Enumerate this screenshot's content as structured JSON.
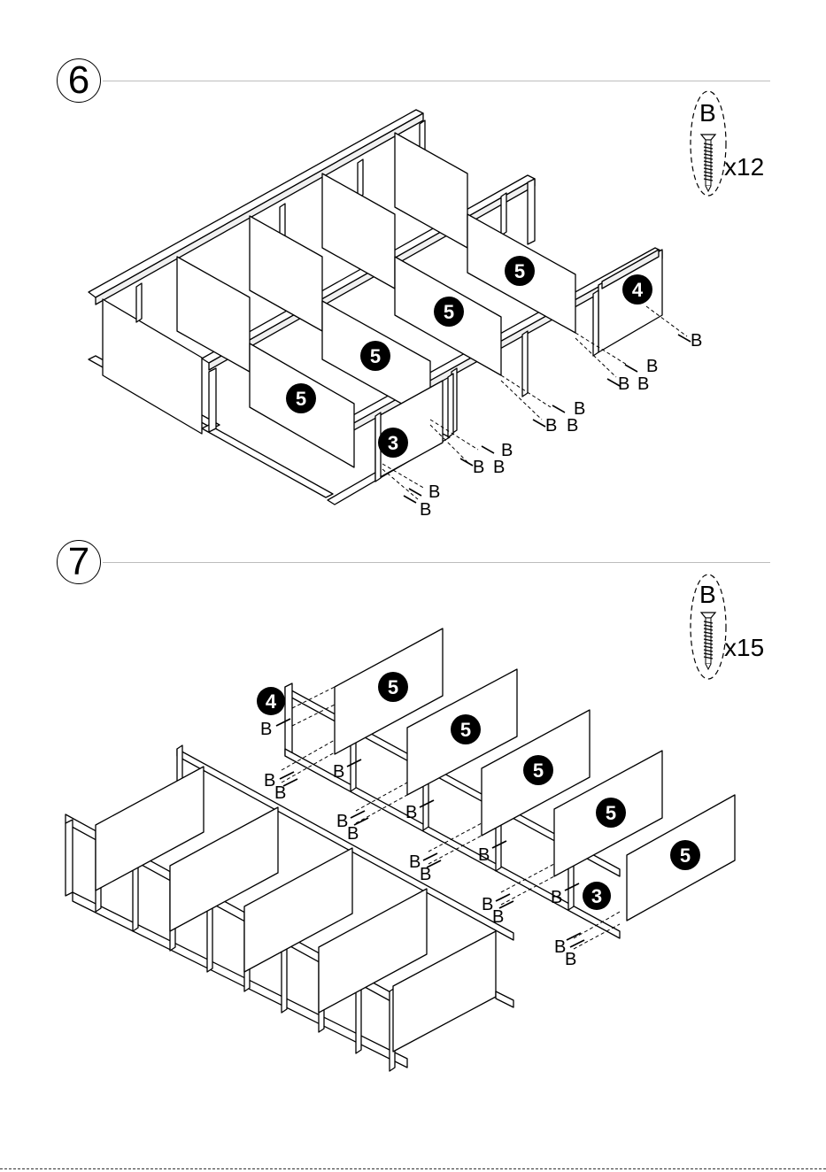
{
  "steps": [
    {
      "number": "6",
      "hardware": {
        "letter": "B",
        "qty": "x12"
      }
    },
    {
      "number": "7",
      "hardware": {
        "letter": "B",
        "qty": "x15"
      }
    }
  ],
  "labels": {
    "screw": "B",
    "panel_5": "5",
    "panel_4": "4",
    "panel_3": "3"
  }
}
